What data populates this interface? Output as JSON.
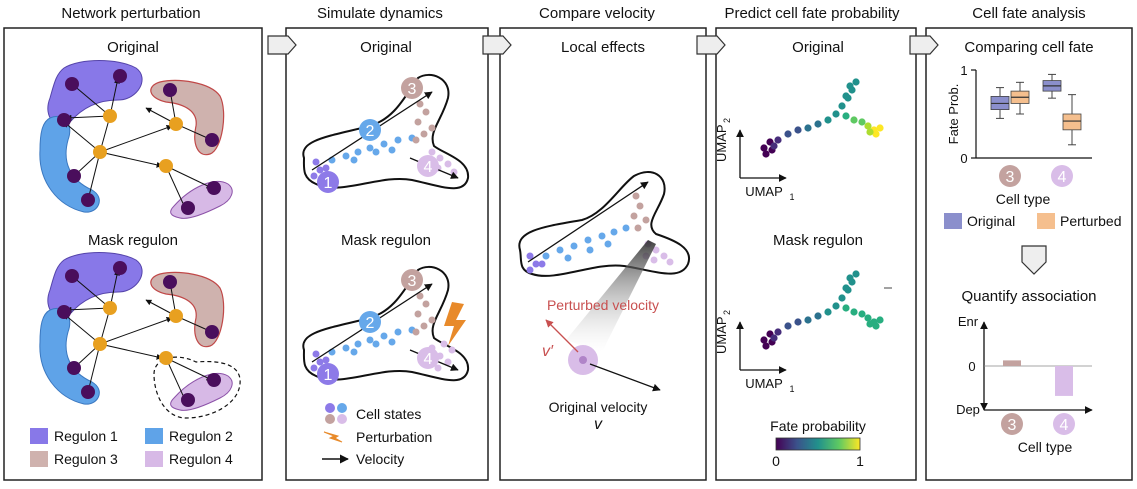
{
  "panels": [
    {
      "header": "Network perturbation",
      "top_title": "Original",
      "bottom_title": "Mask regulon"
    },
    {
      "header": "Simulate dynamics",
      "top_title": "Original",
      "bottom_title": "Mask regulon"
    },
    {
      "header": "Compare velocity",
      "top_title": "Local effects"
    },
    {
      "header": "Predict cell fate probability",
      "top_title": "Original",
      "bottom_title": "Mask regulon"
    },
    {
      "header": "Cell fate analysis",
      "top_title": "Comparing cell fate",
      "bottom_title": "Quantify association"
    }
  ],
  "regulon_legend": [
    "Regulon 1",
    "Regulon 2",
    "Regulon 3",
    "Regulon 4"
  ],
  "dynamics_legend": {
    "cell_states": "Cell states",
    "perturbation": "Perturbation",
    "velocity": "Velocity"
  },
  "cluster_labels": [
    "1",
    "2",
    "3",
    "4"
  ],
  "velocity": {
    "perturbed_label": "Perturbed velocity",
    "original_label": "Original velocity",
    "v_prime": "v′",
    "v": "v"
  },
  "umap": {
    "axis_y": "UMAP",
    "axis_x": "UMAP",
    "subscript_y": "2",
    "subscript_x": "1"
  },
  "colorbar": {
    "title": "Fate probability",
    "min": "0",
    "max": "1"
  },
  "fate_chart": {
    "ylabel": "Fate Prob.",
    "y_top": "1",
    "y_bottom": "0",
    "xlabel": "Cell type",
    "categories": [
      "3",
      "4"
    ],
    "legend": [
      "Original",
      "Perturbed"
    ]
  },
  "assoc_chart": {
    "top_label": "Enr",
    "zero_label": "0",
    "bottom_label": "Dep",
    "xlabel": "Cell type",
    "categories": [
      "3",
      "4"
    ]
  },
  "colors": {
    "regulon1": "#8878e8",
    "regulon2": "#5fa3e8",
    "regulon3": "#cfb2ae",
    "regulon4": "#d7b9e6",
    "node": "#4a0e5c",
    "tf": "#e8a020",
    "cluster1": "#8d7ae8",
    "cluster2": "#66a8ea",
    "cluster3": "#c3a29f",
    "cluster4": "#d9bde8",
    "original": "#8b8fcc",
    "perturbed": "#f5bf8e",
    "perturbed_velocity": "#c85050",
    "bolt": "#e88a2a"
  },
  "chart_data": [
    {
      "type": "box",
      "title": "Comparing cell fate",
      "xlabel": "Cell type",
      "ylabel": "Fate Prob.",
      "ylim": [
        0,
        1
      ],
      "categories": [
        "3",
        "4"
      ],
      "series": [
        {
          "name": "Original",
          "boxes": [
            {
              "min": 0.45,
              "q1": 0.55,
              "median": 0.62,
              "q3": 0.7,
              "max": 0.8
            },
            {
              "min": 0.68,
              "q1": 0.76,
              "median": 0.82,
              "q3": 0.88,
              "max": 0.95
            }
          ]
        },
        {
          "name": "Perturbed",
          "boxes": [
            {
              "min": 0.5,
              "q1": 0.62,
              "median": 0.69,
              "q3": 0.76,
              "max": 0.86
            },
            {
              "min": 0.15,
              "q1": 0.32,
              "median": 0.42,
              "q3": 0.5,
              "max": 0.72
            }
          ]
        }
      ]
    },
    {
      "type": "bar",
      "title": "Quantify association",
      "xlabel": "Cell type",
      "categories": [
        "3",
        "4"
      ],
      "values": [
        0.15,
        -0.8
      ],
      "ylim": [
        -1,
        1
      ]
    }
  ]
}
